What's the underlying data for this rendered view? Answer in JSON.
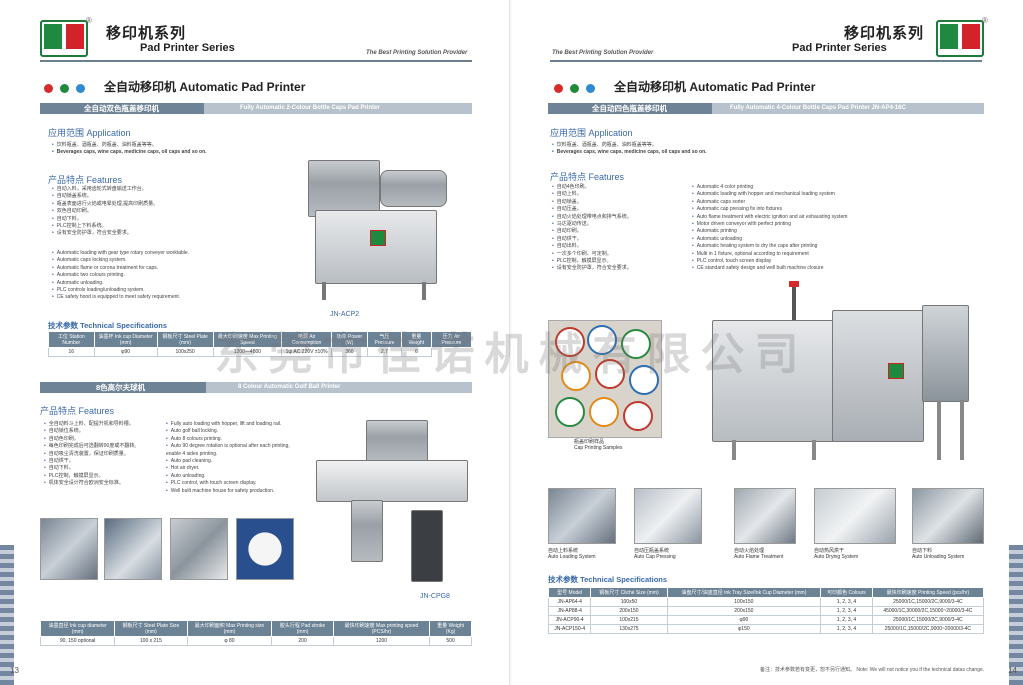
{
  "header": {
    "series_cn": "移印机系列",
    "series_en": "Pad Printer Series",
    "provider": "The Best Printing Solution Provider",
    "reg_mark": "®"
  },
  "section": {
    "title": "全自动移印机 Automatic Pad Printer",
    "dot_colors": [
      "#d62b2b",
      "#1f8a3a",
      "#2d8ad1"
    ]
  },
  "left": {
    "bar1_cn": "全自动双色瓶盖移印机",
    "bar1_en": "Fully Automatic 2-Colour Bottle Caps Pad Printer",
    "app_cn": "应用范围",
    "app_en": "Application",
    "app_lines": [
      "饮料瓶盖、酒瓶盖、药瓶盖、油料瓶盖等等。",
      "Beverages caps, wine caps, medicine caps, oil caps and so on."
    ],
    "feat_cn": "产品特点",
    "feat_en": "Features",
    "features_cn": [
      "自动入料，采用齿轮式转盘输送工作台。",
      "自动锁盖系统。",
      "瓶盖表面进行火焰或电晕处理,提高印刷质量。",
      "双色自动印刷。",
      "自动下料。",
      "PLC控制上下料系统。",
      "设有安全防护罩，符合安全要求。"
    ],
    "features_en": [
      "Automatic loading with gear type rotary conveyer worktable.",
      "Automatic caps locking system.",
      "Automatic flame or corona treatment for caps.",
      "Automatic two colours printing.",
      "Automatic unloading.",
      "PLC controls loading/unloading system.",
      "CE safety hood is equipped to meet safety requirement."
    ],
    "model1": "JN-ACP2",
    "tech_title": "技术参数 Technical Specifications",
    "tech1_headers": [
      "工位 Station Number",
      "油墨杯 Ink cup Diameter (mm)",
      "钢板尺寸 Steel Plate (mm)",
      "最大印刷速度 Max Printing Speed",
      "电源 Air Consumption",
      "功率 Power (W)",
      "气压 Pressure",
      "重量 Weight",
      "压力 Air Pressure"
    ],
    "tech1_row": [
      "16",
      "φ90",
      "100x250",
      "1200—4800",
      "1ψ AC 220V ±10%",
      "360",
      "2.7",
      "6"
    ],
    "bar2_cn": "8色高尔夫球机",
    "bar2_en": "8 Colour Automatic Golf Ball Printer",
    "feat2_cn": "产品特点",
    "feat2_en": "Features",
    "features2_cn": [
      "全自动料斗上料、配提升机和导料槽。",
      "自动锁位系统。",
      "自动色印刷。",
      "每色印刷完成后可选翻转90度或不翻转。",
      "自动吸尘清洗装置，保证印刷质量。",
      "自动烘干。",
      "自动下料。",
      "PLC控制，触摸屏显示。",
      "机体安全设计符合欧洲安全标准。"
    ],
    "features2_en": [
      "Fully auto loading with hopper, lift and loading rail.",
      "Auto golf ball locking.",
      "Auto 8 colours printing.",
      "Auto 90 degree rotation is optional after each printing, enable 4 sides printing.",
      "Auto pad cleaning.",
      "Hot air dryer.",
      "Auto unloading.",
      "PLC control, with touch screen display.",
      "Well built machine house for safety production."
    ],
    "model2": "JN-CPG8",
    "tech2_headers": [
      "油墨直径 Ink cup diameter (mm)",
      "钢板尺寸 Steel Plate Size (mm)",
      "最大印刷面积 Max Printing size (mm)",
      "胶头行程 Pad stroke (mm)",
      "最快印刷速度 Max printing speed (PCS/hr)",
      "重量 Weight (Kg)"
    ],
    "tech2_row": [
      "90, 150 optional",
      "100 x 215",
      "φ 80",
      "200",
      "1200",
      "500"
    ],
    "page_number": "13"
  },
  "right": {
    "bar1_cn": "全自动四色瓶盖移印机",
    "bar1_en": "Fully Automatic 4-Colour Bottle Caps Pad Printer   JN-AP4-16C",
    "app_cn": "应用范围",
    "app_en": "Application",
    "app_lines": [
      "饮料瓶盖、酒瓶盖、药瓶盖、油料瓶盖等等。",
      "Beverages caps, wine caps, medicine caps, oil caps and so on."
    ],
    "feat_cn": "产品特点",
    "feat_en": "Features",
    "features_cn": [
      "自动4色印刷。",
      "自动上料。",
      "自动锁盖。",
      "自动压盖。",
      "自动火焰处理带电点和排气系统。",
      "马达驱动传送。",
      "自动印刷。",
      "自动烘干。",
      "自动出料。",
      "一次多个印刷、可定制。",
      "PLC控制，触摸屏显示。",
      "设有安全防护罩，符合安全要求。"
    ],
    "features_en": [
      "Automatic 4 color printing",
      "Automatic loading with hopper and mechanical loading system",
      "Automatic caps sorter",
      "Automatic cap pressing fix into fixtures",
      "Auto flame treatment with electric ignition and air exhausting system",
      "Motor driven conveyor with perfect printing",
      "Automatic printing",
      "Automatic unloading",
      "Automatic heating system to dry the caps after printing",
      "Multi in 1 fixture, optional according to requirement",
      "PLC control, touch screen display",
      "CE standard safety design and well built machine closure"
    ],
    "samples_cn": "瓶盖印刷样品",
    "samples_en": "Cap Printing Samples",
    "thumbs": [
      {
        "cn": "自动上料系统",
        "en": "Auto Loading System"
      },
      {
        "cn": "自动压瓶盖系统",
        "en": "Auto Cap Pressing"
      },
      {
        "cn": "自动火焰处理",
        "en": "Auto Flame Treatment"
      },
      {
        "cn": "自动热风烘干",
        "en": "Auto Drying System"
      },
      {
        "cn": "自动下料",
        "en": "Auto Unloading System"
      }
    ],
    "tech_title": "技术参数 Technical Specifications",
    "tech_headers": [
      "型号 Model",
      "钢板尺寸 Cliché Size (mm)",
      "油盘尺寸/油盅直径 Ink Tray Size/Ink Cup Diameter (mm)",
      "可印颜色 Colours",
      "最快印刷速度 Printing Speed (pcs/hr)"
    ],
    "tech_rows": [
      [
        "JN-AP64-4",
        "100x50",
        "100x150",
        "1, 2, 3, 4",
        "25000/1C,15000/2C,9000/3-4C"
      ],
      [
        "JN-AP88-4",
        "200x150",
        "200x150",
        "1, 2, 3, 4",
        "45000/1C,30000/2C,15000~20000/3-4C"
      ],
      [
        "JN-ACP90-4",
        "100x215",
        "φ90",
        "1, 2, 3, 4",
        "25000/1C,15000/2C,9000/3-4C"
      ],
      [
        "JN-ACP150-4",
        "130x275",
        "φ150",
        "1, 2, 3, 4",
        "25000/1C,15000/2C,9000~20000/3-4C"
      ]
    ],
    "footnote": "备注：技术参数若有变更，恕不另行通知。 Note: We will not notice you if the technical datas change.",
    "page_number": "14"
  },
  "watermark": "东莞市佳诺机械有限公司"
}
